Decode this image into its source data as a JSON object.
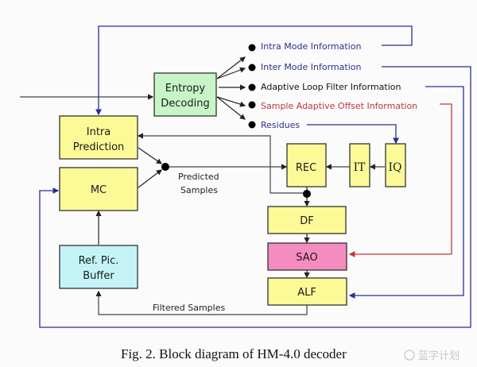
{
  "diagram": {
    "blocks": {
      "entropy": {
        "line1": "Entropy",
        "line2": "Decoding",
        "fill": "#c6f5c8"
      },
      "intra": {
        "line1": "Intra",
        "line2": "Prediction",
        "fill": "#fbfa97"
      },
      "mc": {
        "label": "MC",
        "fill": "#fbfa97"
      },
      "refpic": {
        "line1": "Ref. Pic.",
        "line2": "Buffer",
        "fill": "#c4f3f7"
      },
      "rec": {
        "label": "REC",
        "fill": "#fbfa97"
      },
      "it": {
        "label": "IT",
        "fill": "#fbfa97"
      },
      "iq": {
        "label": "IQ",
        "fill": "#fbfa97"
      },
      "df": {
        "label": "DF",
        "fill": "#fbfa97"
      },
      "sao": {
        "label": "SAO",
        "fill": "#f58cc0"
      },
      "alf": {
        "label": "ALF",
        "fill": "#fbfa97"
      }
    },
    "outputs": [
      {
        "label": "Intra Mode Information",
        "color": "#2b2f8f"
      },
      {
        "label": "Inter Mode Information",
        "color": "#2b2f8f"
      },
      {
        "label": "Adaptive Loop Filter Information",
        "color": "#111111"
      },
      {
        "label": "Sample Adaptive Offset Information",
        "color": "#c0353a"
      },
      {
        "label": "Residues",
        "color": "#2b2f8f"
      }
    ],
    "labels": {
      "predicted_line1": "Predicted",
      "predicted_line2": "Samples",
      "filtered": "Filtered Samples"
    },
    "colors": {
      "blue_line": "#2a2f95",
      "red_line": "#c8373c",
      "black_line": "#333333"
    }
  },
  "caption": "Fig. 2.  Block diagram of HM-4.0 decoder",
  "watermark": "蓝字计划"
}
